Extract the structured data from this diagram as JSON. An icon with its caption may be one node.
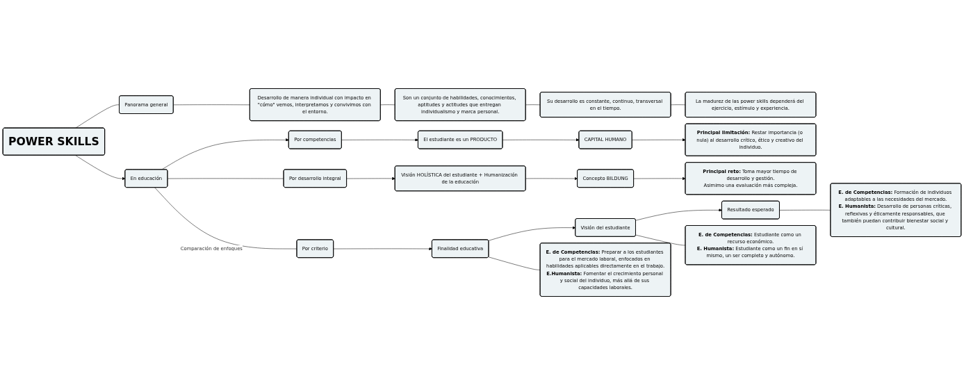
{
  "diagram": {
    "nodes": [
      {
        "text": [
          "POWER SKILLS"
        ]
      },
      {
        "text": [
          "Panorama general"
        ]
      },
      {
        "text": [
          "En educación"
        ]
      },
      {
        "text": [
          "Desarrollo de manera individual con impacto en \"cómo\" vemos, interpretamos y convivimos con el entorno."
        ]
      },
      {
        "text": [
          "Son un conjunto de habilidades, conocimientos, aptitudes y actitudes que entregan individualismo y marca personal."
        ]
      },
      {
        "text": [
          "Su desarrollo es constante, continuo, transversal en el tiempo."
        ]
      },
      {
        "text": [
          "La madurez de las power skills dependerá del ejercicio, estímulo y experiencia."
        ]
      },
      {
        "text": [
          "Por competencias"
        ]
      },
      {
        "text": [
          "El estudiante es un PRODUCTO"
        ]
      },
      {
        "text": [
          "CAPITAL HUMANO"
        ]
      },
      {
        "text": [
          "**Principal limitación:** Restar importancia (o nula) al desarrollo crítico, ético y creativo del individuo."
        ]
      },
      {
        "text": [
          "Por desarrollo integral"
        ]
      },
      {
        "text": [
          "Visión HOLÍSTICA del estudiante + Humanización de la educación"
        ]
      },
      {
        "text": [
          "Concepto BILDUNG"
        ]
      },
      {
        "text": [
          "**Principal reto:** Toma mayor tiempo de desarrollo y gestión.",
          "Asimimo una evaluación más compleja."
        ]
      },
      {
        "text": [
          "Por criterio"
        ]
      },
      {
        "text": [
          "Finalidad educativa"
        ]
      },
      {
        "text": [
          "Visión del estudiante"
        ]
      },
      {
        "text": [
          "Resultado esperado"
        ]
      },
      {
        "text": [
          "**E. de Competencias:** Preparar a los estudiantes para el mercado laboral, enfocados en habilidades aplicables directamente en el trabajo.",
          "**E.Humanista:** Fomentar el crecimiento personal y social del individuo, más allá de sus capacidades laborales."
        ]
      },
      {
        "text": [
          "**E. de Competencias:** Estudiante como un recurso económico.",
          "**E. Humanista:** Estudiante como un fin en sí mismo, un ser completo y autónomo."
        ]
      },
      {
        "text": [
          "**E. de Competencias:** Formación de individuos adaptables a las necesidades del mercado.",
          "**E. Humanista:** Desarrollo de personas críticas, reflexivas y éticamente responsables, que también puedan contribuir bienestar social y cultural."
        ]
      }
    ],
    "edges": [
      {
        "from": 0,
        "to": 1,
        "arrow": "none"
      },
      {
        "from": 0,
        "to": 2,
        "arrow": "to"
      },
      {
        "from": 1,
        "to": 3,
        "arrow": "none"
      },
      {
        "from": 3,
        "to": 4,
        "arrow": "none"
      },
      {
        "from": 4,
        "to": 5,
        "arrow": "none"
      },
      {
        "from": 5,
        "to": 6,
        "arrow": "none"
      },
      {
        "from": 2,
        "to": 7,
        "arrow": "to"
      },
      {
        "from": 7,
        "to": 8,
        "arrow": "to"
      },
      {
        "from": 8,
        "to": 9,
        "arrow": "to"
      },
      {
        "from": 9,
        "to": 10,
        "arrow": "to"
      },
      {
        "from": 2,
        "to": 11,
        "arrow": "none"
      },
      {
        "from": 11,
        "to": 12,
        "arrow": "to"
      },
      {
        "from": 12,
        "to": 13,
        "arrow": "to"
      },
      {
        "from": 13,
        "to": 14,
        "arrow": "to"
      },
      {
        "from": 2,
        "to": 15,
        "arrow": "none",
        "label": "Comparación de enfoques"
      },
      {
        "from": 15,
        "to": 16,
        "arrow": "to"
      },
      {
        "from": 16,
        "to": 17,
        "arrow": "to"
      },
      {
        "from": 17,
        "to": 18,
        "arrow": "to"
      },
      {
        "from": 16,
        "to": 19,
        "arrow": "none"
      },
      {
        "from": 17,
        "to": 20,
        "arrow": "none"
      },
      {
        "from": 18,
        "to": 21,
        "arrow": "none"
      }
    ]
  }
}
